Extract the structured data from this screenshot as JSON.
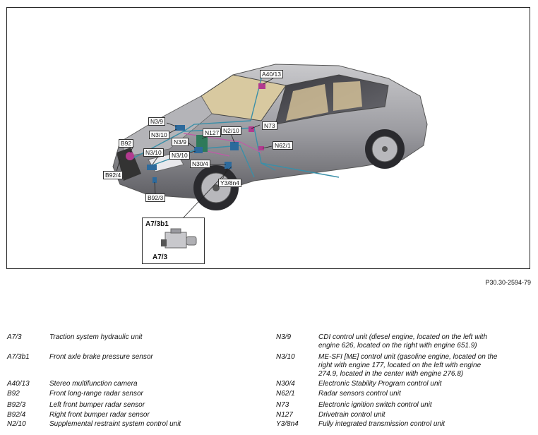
{
  "figure_ref": "P30.30-2594-79",
  "callouts": {
    "a40_13": "A40/13",
    "n73": "N73",
    "n3_9_a": "N3/9",
    "n3_10_a": "N3/10",
    "n127": "N127",
    "n2_10": "N2/10",
    "n3_9_b": "N3/9",
    "n62_1": "N62/1",
    "b92": "B92",
    "n3_10_b": "N3/10",
    "n3_10_c": "N3/10",
    "n30_4": "N30/4",
    "b92_4": "B92/4",
    "y3_8n4": "Y3/8n4",
    "b92_3": "B92/3"
  },
  "inset": {
    "top_label": "A7/3b1",
    "bottom_label": "A7/3"
  },
  "legend_left": [
    {
      "code": "A7/3",
      "desc": "Traction system hydraulic unit"
    },
    {
      "code": "A7/3b1",
      "desc": "Front axle brake pressure sensor"
    },
    {
      "code": "A40/13",
      "desc": "Stereo multifunction camera"
    },
    {
      "code": "B92",
      "desc": "Front long-range radar sensor"
    },
    {
      "code": "B92/3",
      "desc": "Left front bumper radar sensor"
    },
    {
      "code": "B92/4",
      "desc": "Right front bumper radar sensor"
    },
    {
      "code": "N2/10",
      "desc": "Supplemental restraint system control unit"
    }
  ],
  "legend_right": [
    {
      "code": "N3/9",
      "desc_lines": [
        "CDI control unit (diesel engine, located on the left with",
        "engine 626, located on the right with engine 651.9)"
      ]
    },
    {
      "code": "N3/10",
      "desc_lines": [
        "ME-SFI [ME] control unit (gasoline engine, located on the",
        "right with engine 177, located on the left with engine",
        "274.9, located in the center with engine 276.8)"
      ]
    },
    {
      "code": "N30/4",
      "desc_lines": [
        "Electronic Stability Program control unit"
      ]
    },
    {
      "code": "N62/1",
      "desc_lines": [
        "Radar sensors control unit"
      ]
    },
    {
      "code": "N73",
      "desc_lines": [
        "Electronic ignition switch control unit"
      ]
    },
    {
      "code": "N127",
      "desc_lines": [
        "Drivetrain control unit"
      ]
    },
    {
      "code": "Y3/8n4",
      "desc_lines": [
        "Fully integrated transmission control unit"
      ]
    }
  ]
}
